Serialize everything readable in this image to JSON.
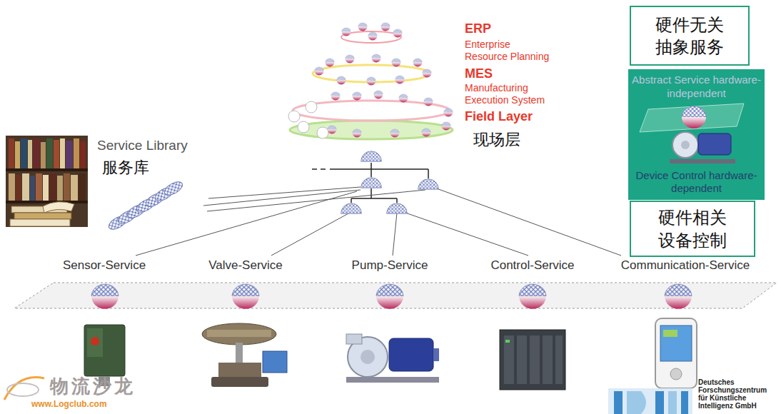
{
  "diagram": {
    "nodes": [
      {
        "text": [
          "硬件无关 抽象服务"
        ]
      },
      {
        "text": [
          "Abstract Service hardware-independent",
          "Device Control hardware-dependent"
        ]
      },
      {
        "text": [
          "硬件相关 设备控制"
        ]
      }
    ],
    "labels": [
      "ERP",
      "Enterprise Resource Planning",
      "MES",
      "Manufacturing Execution System",
      "Field Layer",
      "现场层",
      "Service Library",
      "服务库",
      "Sensor-Service",
      "Valve-Service",
      "Pump-Service",
      "Control-Service",
      "Communication-Service",
      "物流沙龙",
      "www.Logclub.com",
      "Deutsches Forschungszentrum für Künstliche Intelligenz GmbH"
    ]
  }
}
